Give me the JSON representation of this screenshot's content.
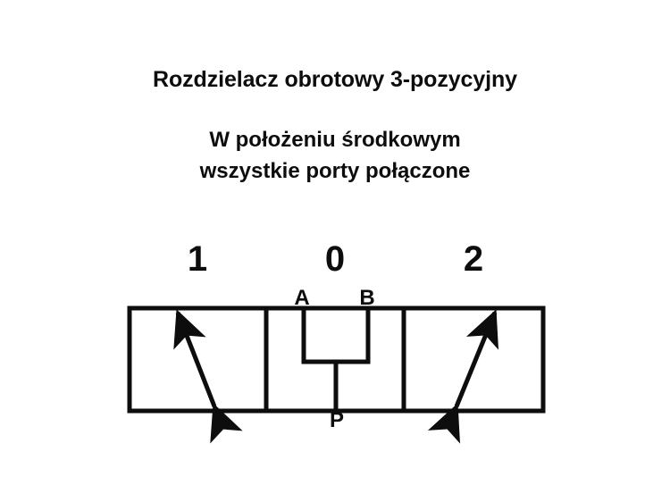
{
  "heading": {
    "title": "Rozdzielacz obrotowy 3-pozycyjny",
    "subtitle_line1": "W położeniu środkowym",
    "subtitle_line2": "wszystkie porty połączone"
  },
  "diagram": {
    "type": "hydraulic-directional-valve-symbol",
    "stroke_color": "#0d0d0d",
    "background_color": "#ffffff",
    "positions": [
      {
        "label": "1",
        "name": "position-left",
        "symbol": "double-headed-arrow",
        "direction": "lower-right-to-upper-left"
      },
      {
        "label": "0",
        "name": "position-center",
        "symbol": "all-ports-connected",
        "direction": "none"
      },
      {
        "label": "2",
        "name": "position-right",
        "symbol": "double-headed-arrow",
        "direction": "lower-left-to-upper-right"
      }
    ],
    "ports": [
      {
        "label": "A",
        "name": "port-a",
        "side": "top"
      },
      {
        "label": "B",
        "name": "port-b",
        "side": "top"
      },
      {
        "label": "P",
        "name": "port-p",
        "side": "bottom"
      }
    ]
  }
}
